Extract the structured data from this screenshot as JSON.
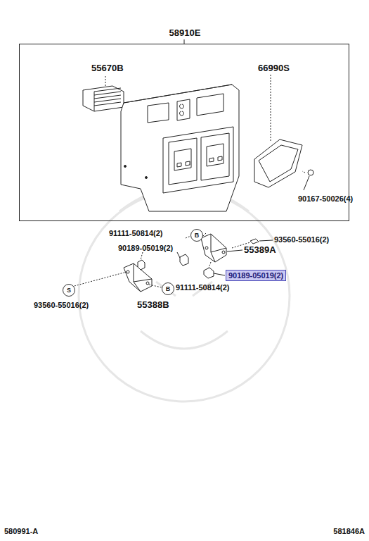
{
  "diagram": {
    "nodes": [
      {
        "text": [
          "58910E"
        ]
      },
      {
        "text": [
          "B"
        ]
      },
      {
        "text": [
          "90189-05019(2)"
        ]
      },
      {
        "text": [
          "S"
        ]
      },
      {
        "text": [
          "B"
        ]
      }
    ],
    "labels": [
      "55670B",
      "66990S",
      "90167-50026(4)",
      "91111-50814(2)",
      "90189-05019(2)",
      "93560-55016(2)",
      "55389A",
      "55388B",
      "91111-50814(2)",
      "93560-55016(2)",
      "580991-A",
      "581846A"
    ]
  }
}
